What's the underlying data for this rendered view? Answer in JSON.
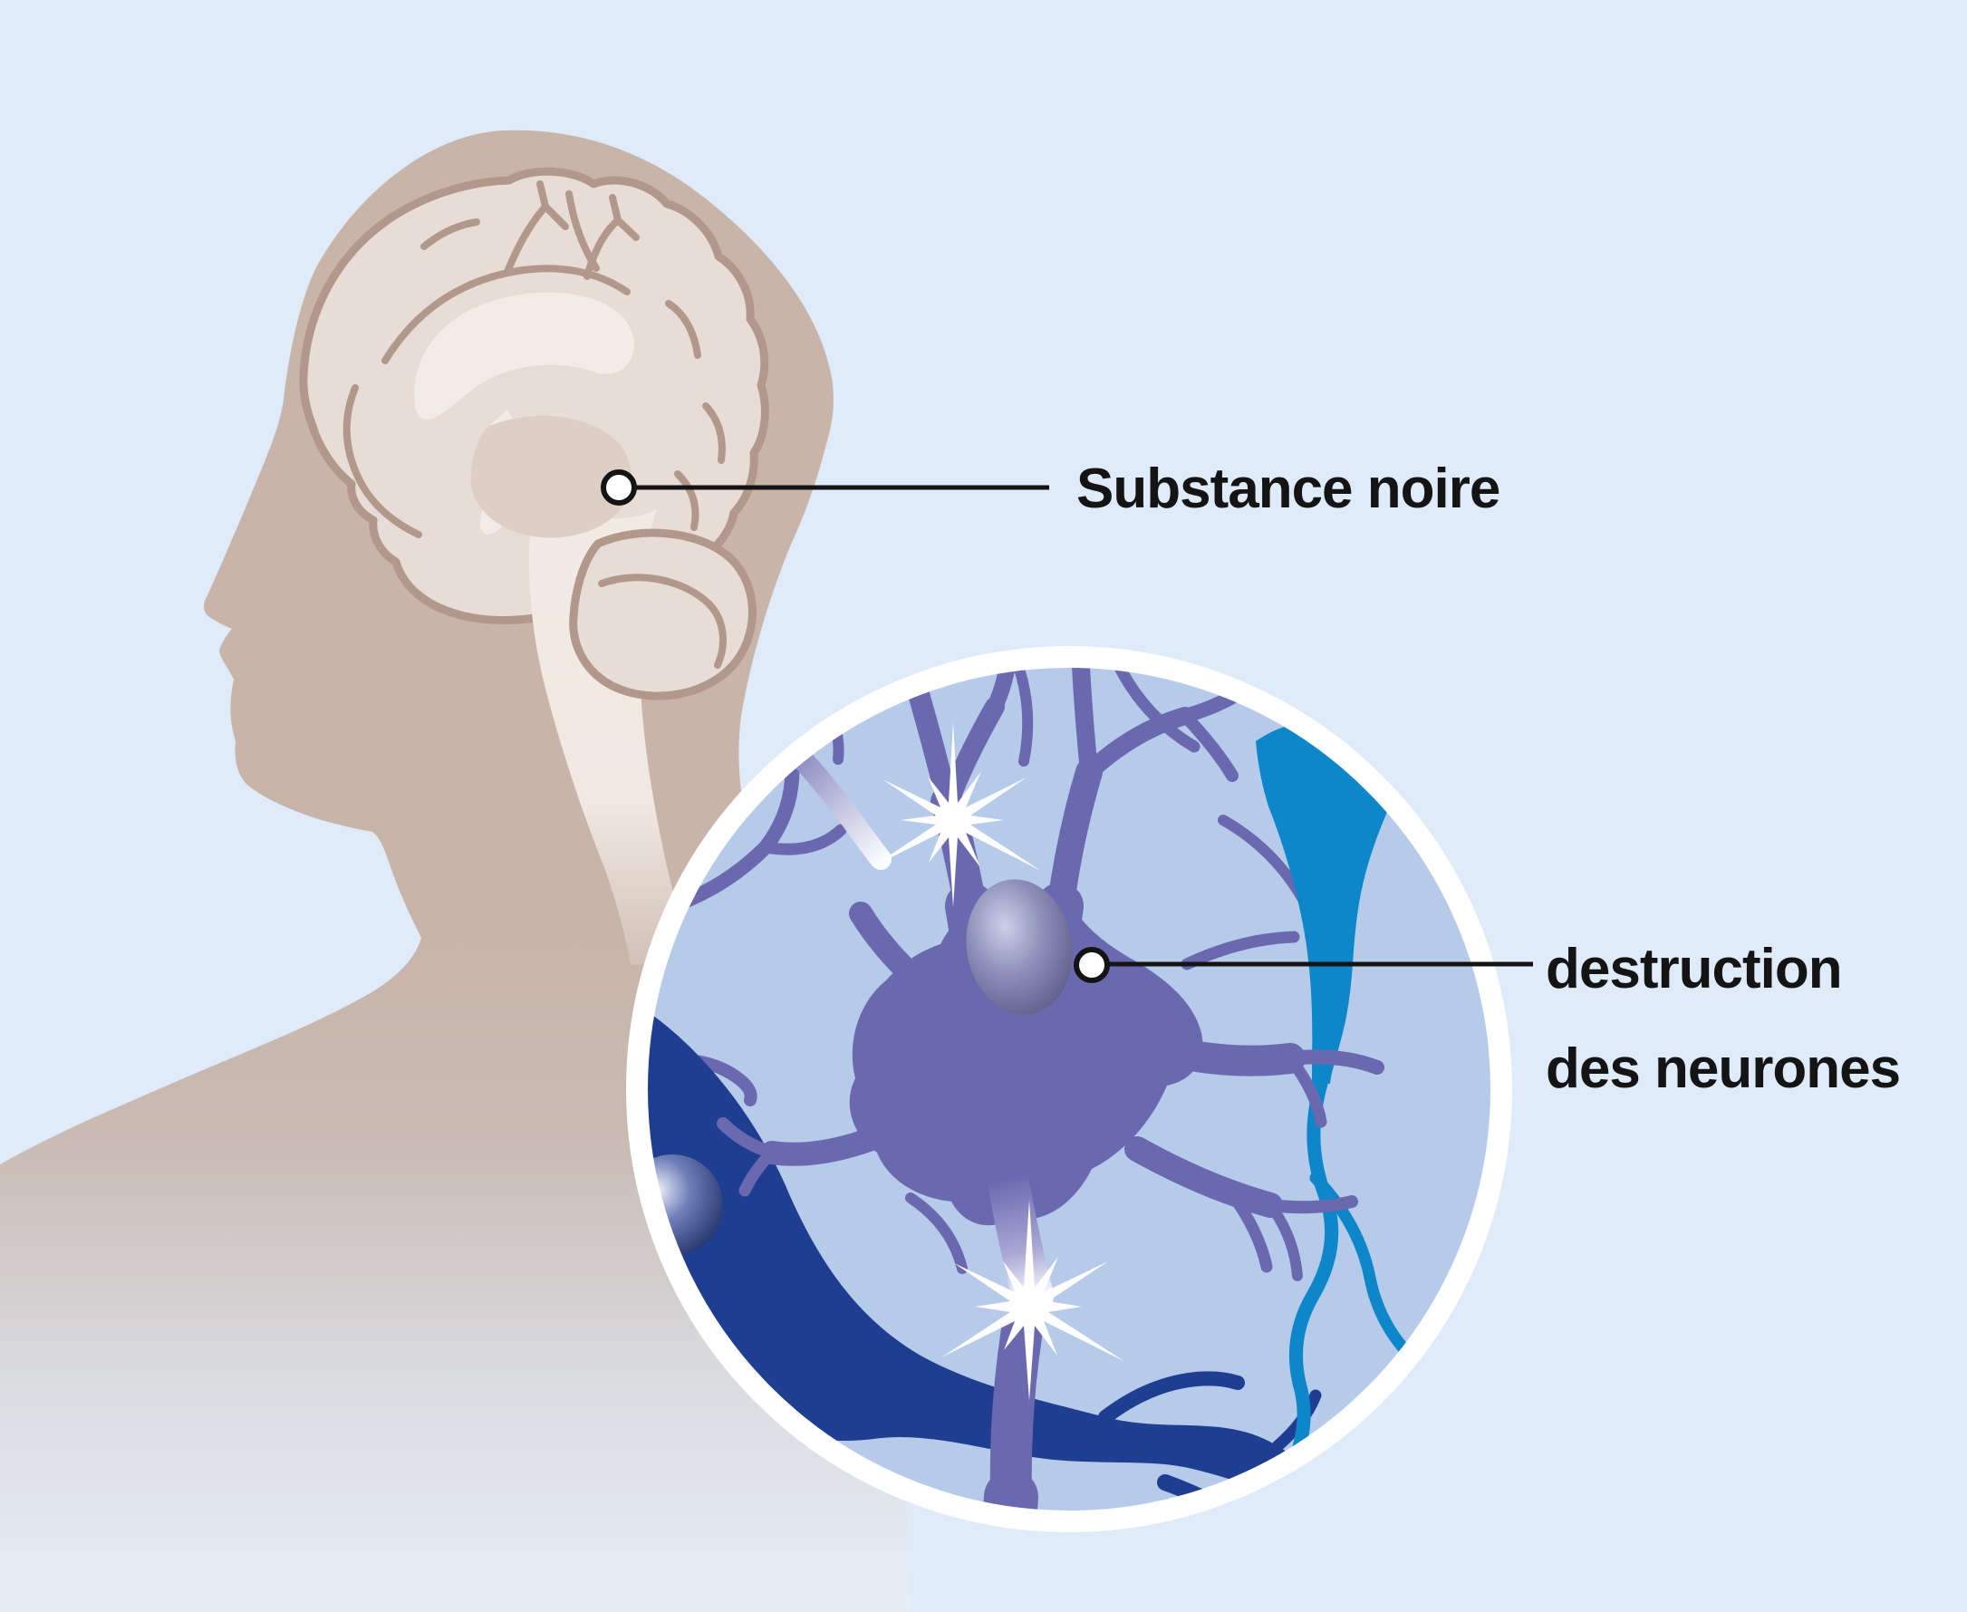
{
  "illustration": {
    "kind": "medical-anatomy-diagram",
    "labels": {
      "brain_region": "Substance noire",
      "inset_line1": "destruction",
      "inset_line2": "des neurones"
    },
    "colors": {
      "background": "#dfebf9",
      "skin": "#c8b4a8",
      "brain_fill": "#e7ddd6",
      "brain_outline": "#b2988a",
      "brain_inner_light": "#f2ece6",
      "brain_inner_dark": "#ddcfc5",
      "inset_background": "#b6cae9",
      "inset_ring": "#ffffff",
      "neuron_purple": "#6a69b0",
      "neuron_navy": "#1f3e92",
      "vessel_cyan": "#0d86ca",
      "spark_white": "#ffffff",
      "callout_line": "#141414"
    }
  }
}
